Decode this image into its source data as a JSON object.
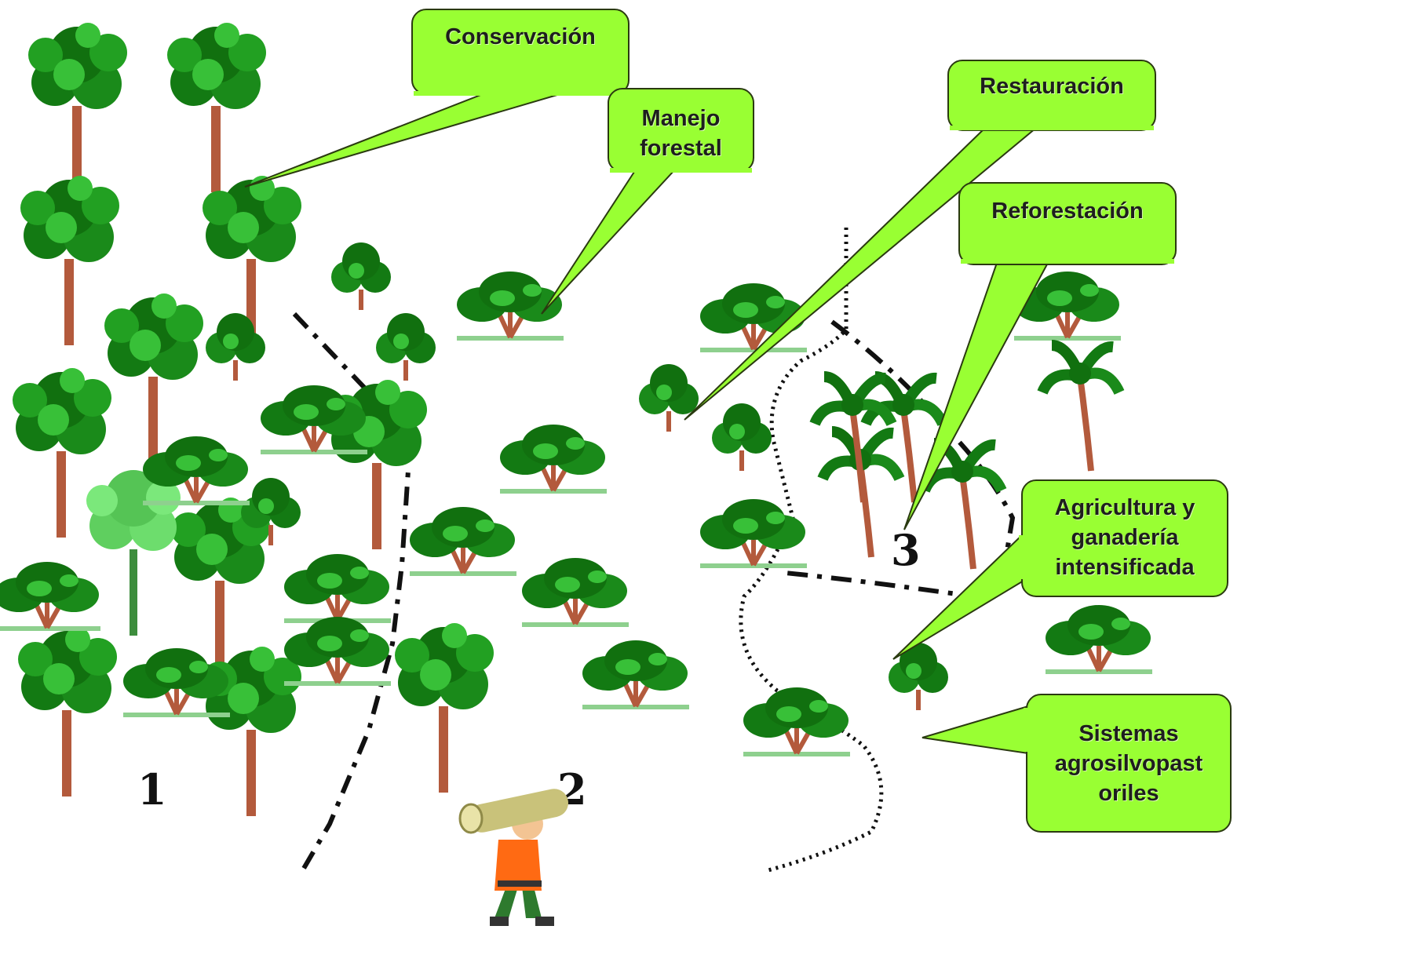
{
  "callouts": {
    "conservacion": "Conservación",
    "manejo_forestal": "Manejo forestal",
    "restauracion": "Restauración",
    "reforestacion": "Reforestación",
    "agricultura": "Agricultura y ganadería intensificada",
    "agrosilvopastoriles": "Sistemas agrosilvopast oriles"
  },
  "zones": {
    "z1": "1",
    "z2": "2",
    "z3": "3"
  },
  "colors": {
    "callout_fill": "#99ff33",
    "callout_border": "#2a3a10",
    "tree_dark": "#1a7a1a",
    "tree_light": "#44cc44",
    "trunk": "#b35a3c"
  }
}
